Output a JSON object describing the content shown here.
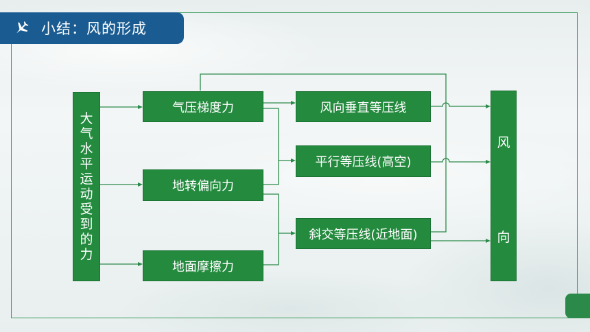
{
  "header": {
    "title": "小结：风的形成",
    "icon": "airplane-icon"
  },
  "diagram": {
    "source": "大气水平运动受到的力",
    "forces": [
      "气压梯度力",
      "地转偏向力",
      "地面摩擦力"
    ],
    "results": [
      "风向垂直等压线",
      "平行等压线(高空)",
      "斜交等压线(近地面)"
    ],
    "wind": [
      "风",
      "向"
    ]
  },
  "colors": {
    "node": "#238a3e",
    "title_bar": "#1a5c92",
    "line": "#2b8a4a"
  }
}
